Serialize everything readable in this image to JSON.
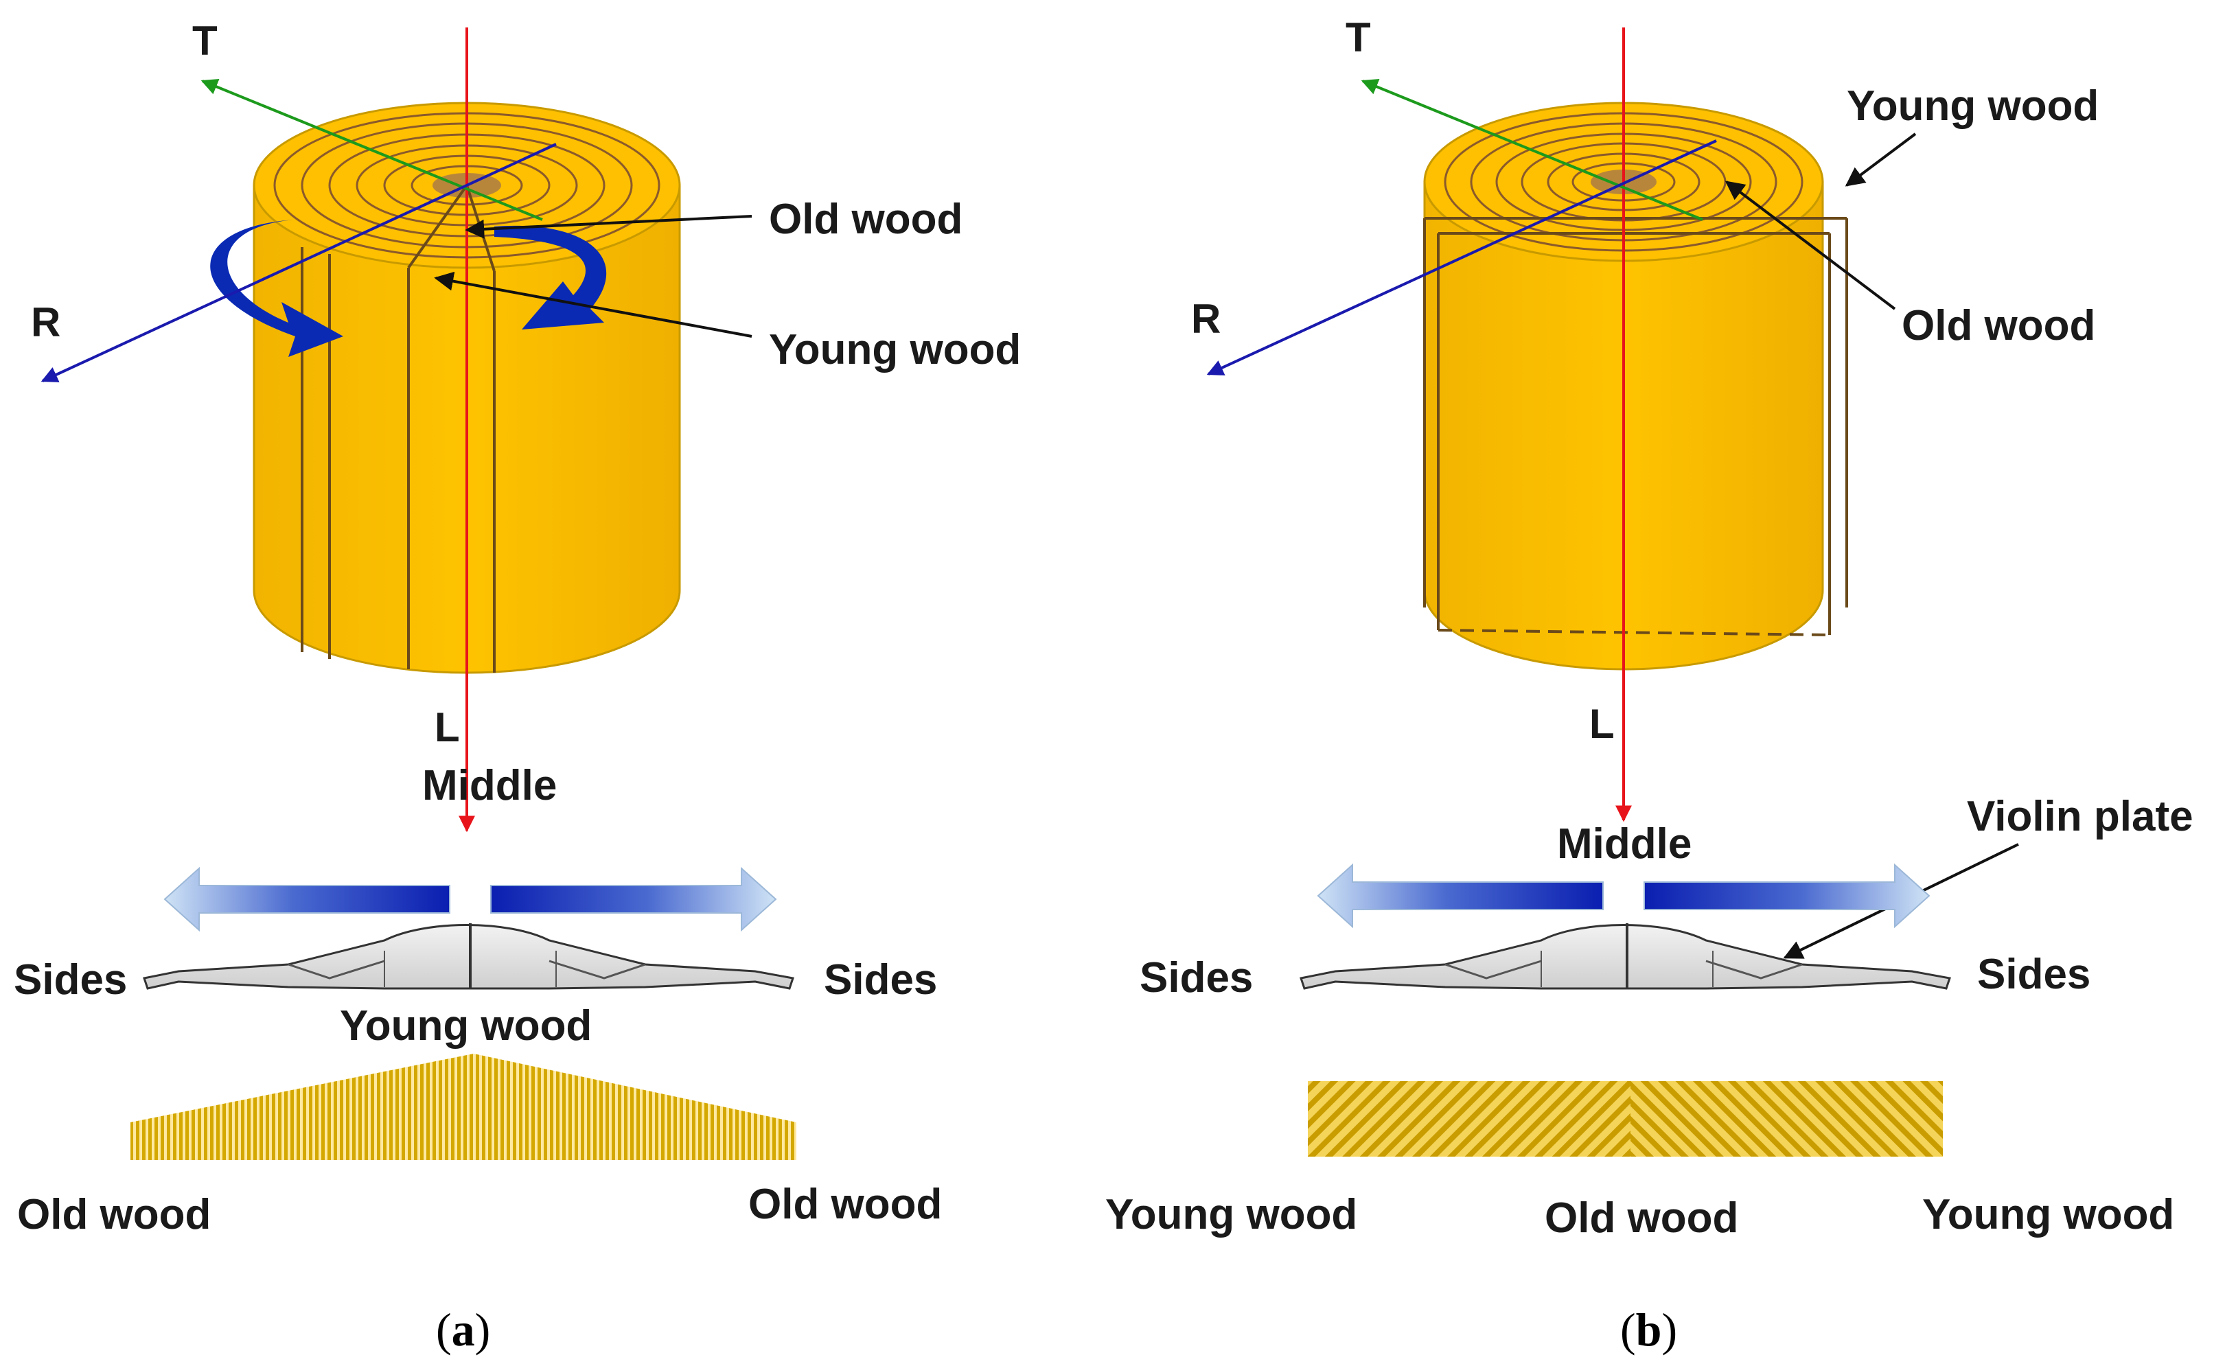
{
  "colors": {
    "wood": "#FEC000",
    "wood_dark": "#F0B000",
    "wood_edge": "#B88A00",
    "ring": "#8B5A2B",
    "pith": "#B8863A",
    "axis_L": "#E8141B",
    "axis_T": "#1C9A1C",
    "axis_R": "#1A1AAE",
    "rotation_arrow": "#0A2AB4",
    "spread_arrow_dark": "#0A1EB0",
    "spread_arrow_light": "#C8E0F4",
    "hatch": "#C8A000"
  },
  "panel_a": {
    "axes": {
      "T": "T",
      "R": "R",
      "L": "L"
    },
    "labels": {
      "old_wood_top": "Old wood",
      "young_wood_top": "Young wood",
      "middle": "Middle",
      "sides_left": "Sides",
      "sides_right": "Sides",
      "young_wood_center": "Young wood",
      "old_wood_left": "Old wood",
      "old_wood_right": "Old wood"
    },
    "caption_open": "(",
    "caption_letter": "a",
    "caption_close": ")"
  },
  "panel_b": {
    "axes": {
      "T": "T",
      "R": "R",
      "L": "L"
    },
    "labels": {
      "young_wood_top": "Young wood",
      "old_wood_top": "Old wood",
      "middle": "Middle",
      "violin_plate": "Violin plate",
      "sides_left": "Sides",
      "sides_right": "Sides",
      "young_wood_left": "Young wood",
      "old_wood_center": "Old wood",
      "young_wood_right": "Young wood"
    },
    "caption_open": "(",
    "caption_letter": "b",
    "caption_close": ")"
  }
}
